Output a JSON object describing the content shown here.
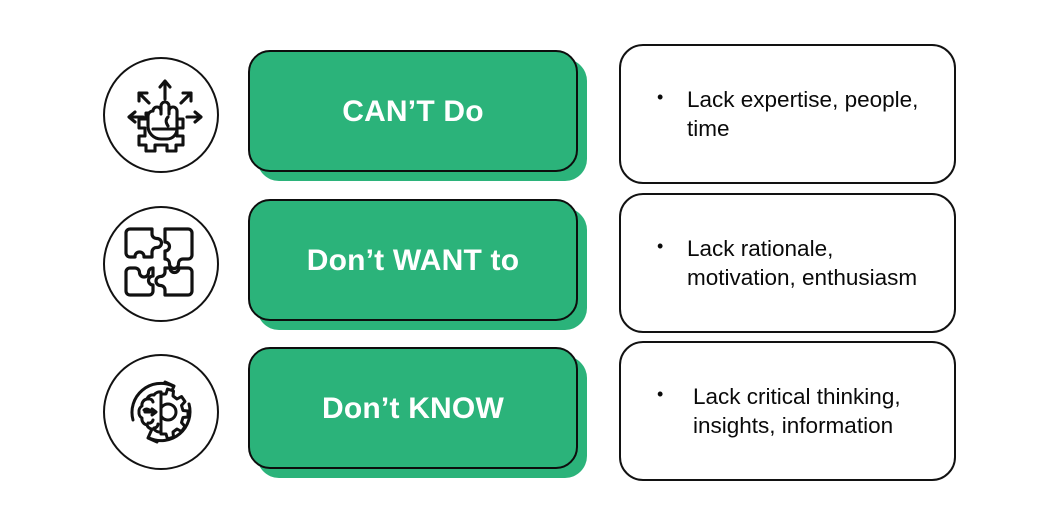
{
  "theme": {
    "accent_green": "#2bb37a",
    "outline": "#121212",
    "label_text": "#ffffff",
    "body_text": "#0a0a0a",
    "background": "#ffffff"
  },
  "diagram": {
    "title": "",
    "rows": [
      {
        "icon": "fist-gear-arrows-icon",
        "label": "CAN’T Do",
        "bullets": [
          "Lack expertise, people, time"
        ],
        "bullet_indent": false
      },
      {
        "icon": "four-puzzle-pieces-icon",
        "label": "Don’t WANT to",
        "bullets": [
          "Lack rationale, motivation, enthusiasm"
        ],
        "bullet_indent": false
      },
      {
        "icon": "brain-gear-cycle-icon",
        "label": "Don’t KNOW",
        "bullets": [
          "Lack critical thinking, insights, information"
        ],
        "bullet_indent": true
      }
    ]
  }
}
